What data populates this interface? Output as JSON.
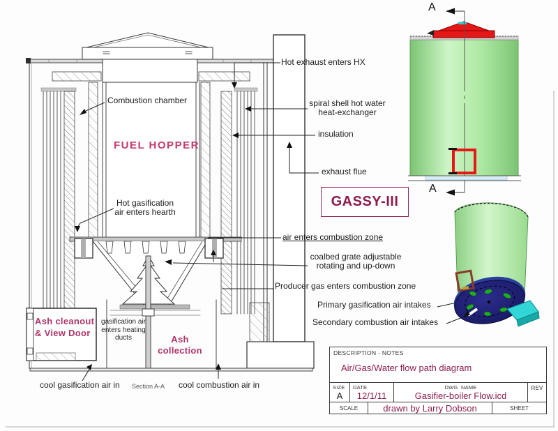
{
  "colors": {
    "accent_magenta": "#8e1c4e",
    "script_pink": "#b03468",
    "fuel_hopper_pink": "#c43a6e",
    "line": "#333333",
    "cylinder_green": "#c9f2c0",
    "cap_red": "#e51717",
    "base_navy": "#1c1c70",
    "wedge_cyan": "#33d6d6",
    "base_pale_blue": "#d6ecf7"
  },
  "main_section": {
    "combustion_chamber": "Combustion chamber",
    "fuel_hopper": "FUEL HOPPER",
    "hot_gasification": "Hot gasification\nair enters hearth",
    "ash_cleanout": "Ash cleanout\n& View Door",
    "gasification_ducts": "gasification air\nenters heating\nducts",
    "ash_collection": "Ash\ncollection",
    "cool_gasification": "cool gasification air in",
    "section_ref": "Section A-A",
    "cool_combustion": "cool combustion air in"
  },
  "callouts": {
    "hot_exhaust": "Hot exhaust enters HX",
    "spiral_shell": "spiral shell hot water\nheat-exchanger",
    "insulation": "insulation",
    "exhaust_flue": "exhaust flue",
    "model_name": "GASSY-III",
    "air_enters": "air enters combustion zone",
    "coalbed_grate": "coalbed grate adjustable\nrotating and up-down",
    "producer_gas": "Producer gas enters combustion zone",
    "primary_intakes": "Primary gasification air intakes",
    "secondary_intakes": "Secondary combustion air intakes"
  },
  "section_markers": {
    "top": "A",
    "bottom": "A"
  },
  "title_block": {
    "description_header": "DESCRIPTION - NOTES",
    "description": "Air/Gas/Water flow path diagram",
    "size_label": "SIZE",
    "size_value": "A",
    "date_label": "DATE",
    "date_value": "12/1/11",
    "dwg_label": "DWG  NAME",
    "dwg_value": "Gasifier-boiler Flow.icd",
    "rev_label": "REV",
    "scale_label": "SCALE",
    "drawn_by": "drawn by Larry Dobson",
    "sheet_label": "SHEET"
  }
}
